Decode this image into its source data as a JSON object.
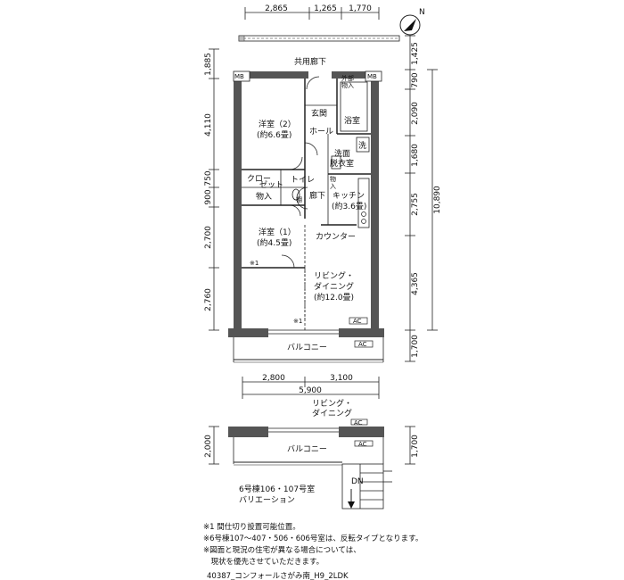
{
  "compass": {
    "north_label": "N"
  },
  "top_dims": [
    "2,865",
    "1,265",
    "1,770"
  ],
  "corridor_label": "共用廊下",
  "left_dims": [
    "1,885",
    "4,110",
    "750",
    "900",
    "2,700",
    "2,760"
  ],
  "right_dims": [
    "1,425",
    "790",
    "2,090",
    "1,680",
    "2,755",
    "4,365",
    "1,700"
  ],
  "right_total": "10,890",
  "rooms": {
    "mb_left": "MB",
    "mb_right": "MB",
    "outer_storage": [
      "外部",
      "物入"
    ],
    "western2": [
      "洋室（2）",
      "(約6.6畳)"
    ],
    "entrance": "玄関",
    "hall": "ホール",
    "bath": "浴室",
    "wash_machine": "洗",
    "washroom": [
      "洗面",
      "脱衣室"
    ],
    "closet": [
      "クロー",
      "ゼット"
    ],
    "toilet": "トイレ",
    "storage": "物入",
    "storage_small": [
      "物",
      "入"
    ],
    "shelf": "棚",
    "hallway": "廊下",
    "kitchen": [
      "キッチン",
      "(約3.6畳)"
    ],
    "western1": [
      "洋室（1）",
      "(約4.5畳)"
    ],
    "counter": "カウンター",
    "living": [
      "リビング・",
      "ダイニング",
      "(約12.0畳)"
    ],
    "ac": "AC",
    "mark1": "※1",
    "balcony": "バルコニー"
  },
  "bottom_dims": [
    "2,800",
    "3,100"
  ],
  "bottom_total": "5,900",
  "variation": {
    "living": [
      "リビング・",
      "ダイニング"
    ],
    "balcony": "バルコニー",
    "ac": "AC",
    "dim_left": "2,000",
    "dim_right": "1,700",
    "dn": "DN",
    "caption": [
      "6号棟106・107号室",
      "バリエーション"
    ]
  },
  "notes": [
    "※1 間仕切り設置可能位置。",
    "※6号棟107〜407・506・606号室は、反転タイプとなります。",
    "※図面と現況の住宅が異なる場合については、",
    "　現状を優先させていただきます。"
  ],
  "footer": "40387_コンフォールさがみ南_H9_2LDK"
}
